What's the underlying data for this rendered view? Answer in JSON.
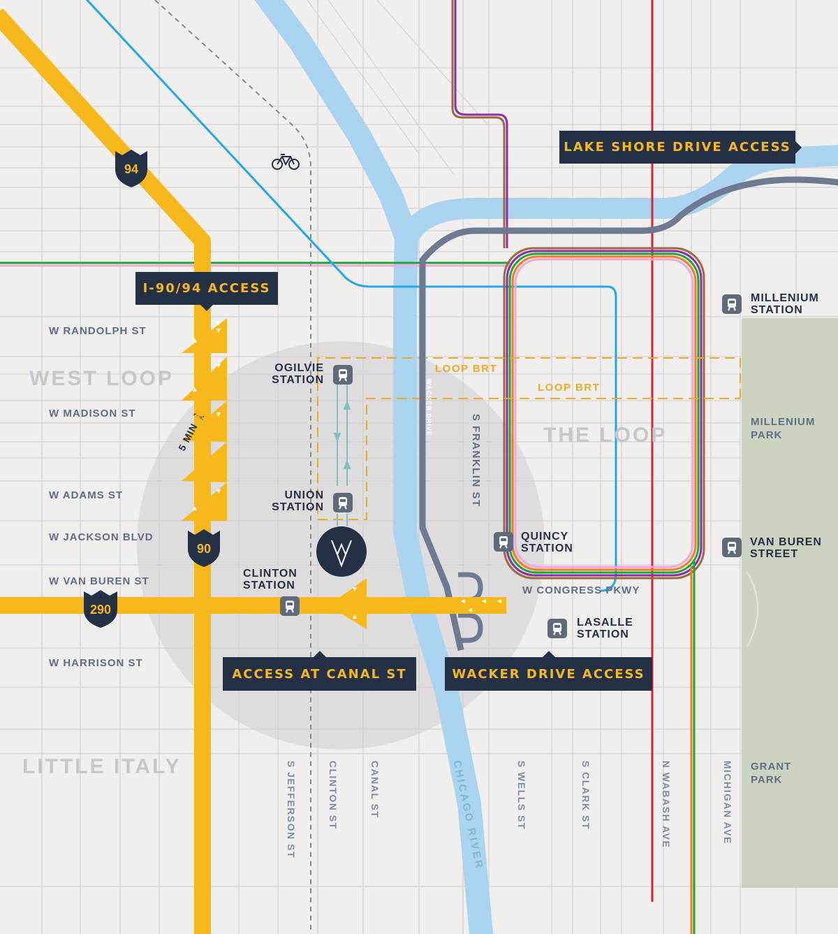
{
  "callouts": {
    "lake_shore": "LAKE SHORE DRIVE ACCESS",
    "i9094": "I-90/94 ACCESS",
    "canal": "ACCESS AT CANAL ST",
    "wacker": "WACKER DRIVE ACCESS"
  },
  "neighborhoods": {
    "west_loop": "WEST LOOP",
    "the_loop": "THE LOOP",
    "little_italy": "LITTLE ITALY"
  },
  "streets_ew": {
    "randolph": "W RANDOLPH ST",
    "madison": "W MADISON ST",
    "adams": "W ADAMS ST",
    "jackson": "W JACKSON BLVD",
    "van_buren": "W VAN BUREN ST",
    "harrison": "W HARRISON ST",
    "congress": "W CONGRESS PKWY"
  },
  "streets_ns": {
    "jefferson": "S JEFFERSON ST",
    "clinton": "CLINTON ST",
    "canal": "CANAL ST",
    "wells": "S WELLS ST",
    "clark": "S CLARK ST",
    "wabash": "N WABASH AVE",
    "michigan": "MICHIGAN AVE",
    "franklin": "S FRANKLIN ST",
    "wacker": "WACKER DRIVE",
    "river": "CHICAGO RIVER"
  },
  "stations": {
    "ogilvie": "OGILVIE\nSTATION",
    "union": "UNION\nSTATION",
    "clinton": "CLINTON\nSTATION",
    "quincy": "QUINCY\nSTATION",
    "lasalle": "LASALLE\nSTATION",
    "millenium": "MILLENIUM\nSTATION",
    "van_buren": "VAN BUREN\nSTREET"
  },
  "parks": {
    "millenium": "MILLENIUM\nPARK",
    "grant": "GRANT\nPARK"
  },
  "brt": [
    "LOOP BRT",
    "LOOP BRT"
  ],
  "shields": {
    "i94": "94",
    "i90": "90",
    "i290": "290"
  },
  "walk": "5 MIN",
  "colors": {
    "background": "#f1eeee",
    "highway": "#f6b81b",
    "river": "#a9d3ee",
    "navy": "#233046",
    "park": "#ccd2c0",
    "green_line": "#1ba83a",
    "pink_line": "#f3a7dd",
    "blue_line": "#20a8e8",
    "brown_line": "#9a6b3c",
    "purple_line": "#8c2fa8",
    "orange_line": "#f57c20",
    "red_line": "#d2263b",
    "wacker_drive": "#6d7a92"
  },
  "icons": [
    "bicycle-icon",
    "train-icon",
    "pedestrian-icon",
    "interstate-shield-icon",
    "building-logo-icon"
  ]
}
